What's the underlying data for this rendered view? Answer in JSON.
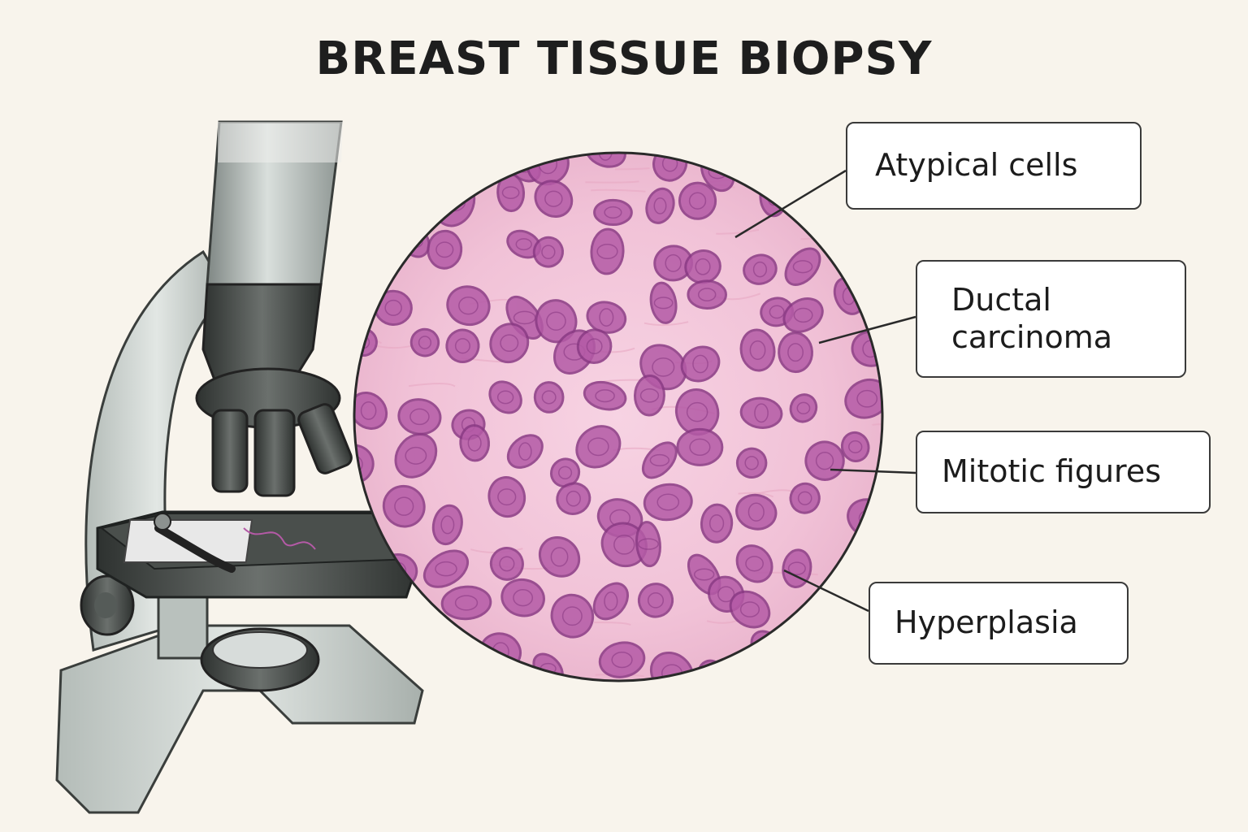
{
  "title": "BREAST TISSUE BIOPSY",
  "labels": {
    "atypical_cells": "Atypical cells",
    "ductal_carcinoma": "Ductal\ncarcinoma",
    "mitotic_figures": "Mitotic figures",
    "hyperplasia": "Hyperplasia"
  },
  "colors": {
    "background": "#f8f4ec",
    "tissue": "#f3c6da",
    "nucleus": "#b45aa6",
    "nucleus_dark": "#8a3a84",
    "microscope_light": "#c9d1cc",
    "microscope_dark": "#3f4341"
  }
}
